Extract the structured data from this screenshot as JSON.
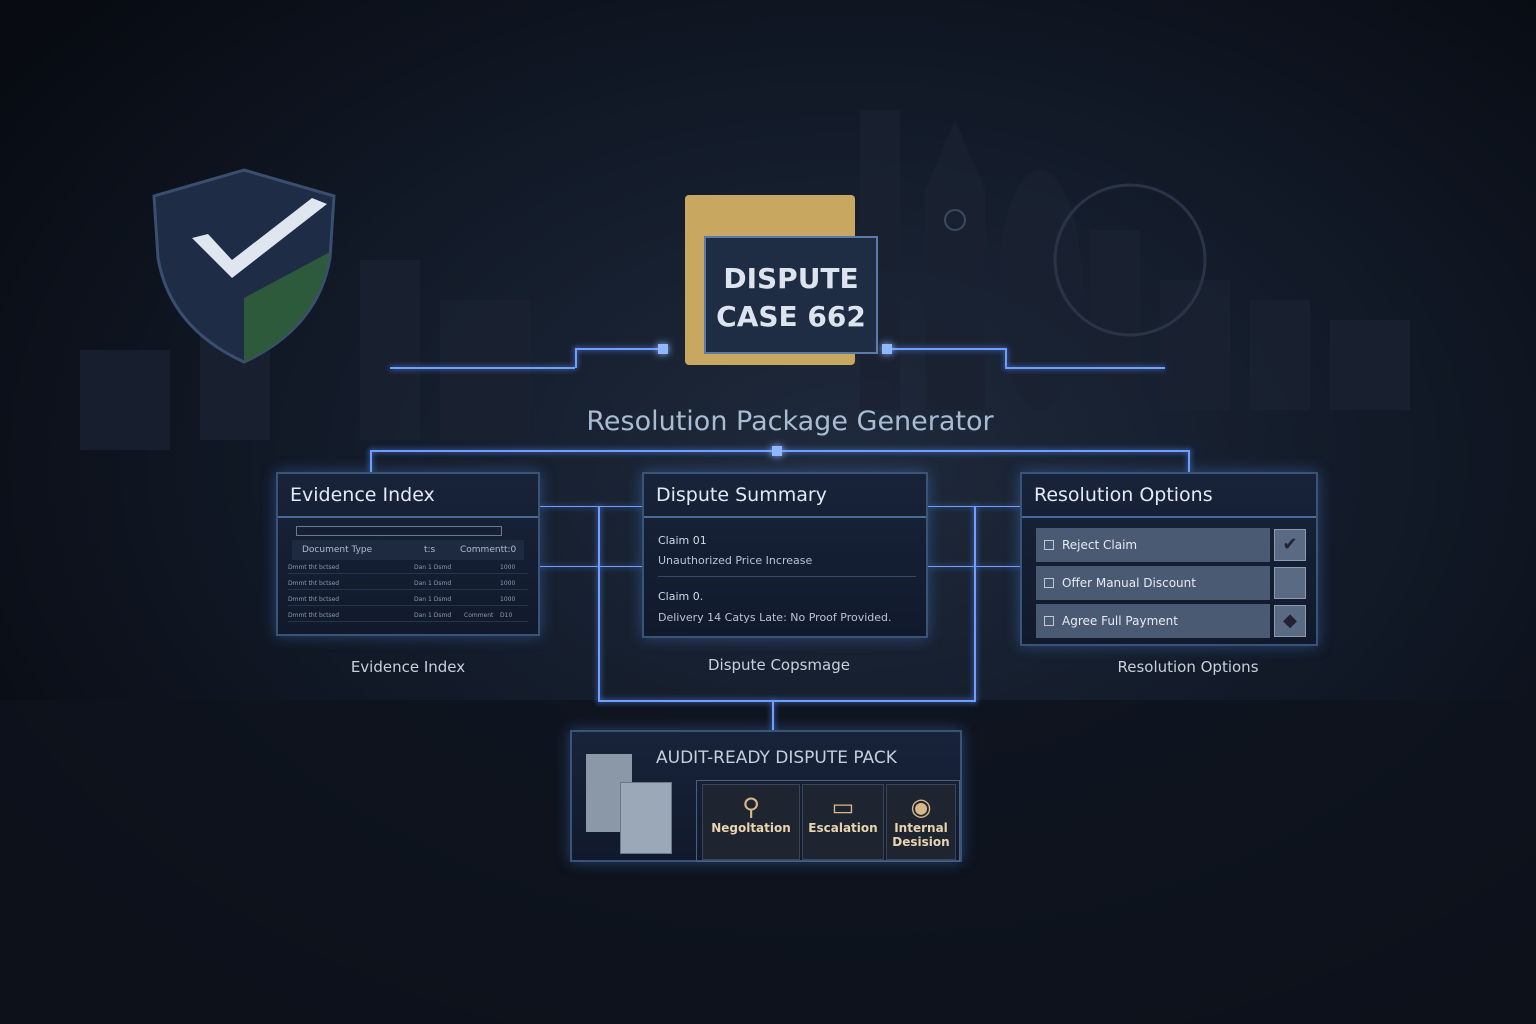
{
  "case_badge": {
    "line1": "DISPUTE",
    "line2": "CASE 662"
  },
  "main_title": "Resolution Package Generator",
  "evidence": {
    "title": "Evidence Index",
    "caption": "Evidence Index",
    "headers": [
      "Document Type",
      "t:s",
      "Comment",
      "t:0"
    ],
    "rows": [
      [
        "Dmmt tht bctsed",
        "Dan 1 Dsmd",
        "",
        "1000"
      ],
      [
        "Dmmt tht bctsed",
        "Dan 1 Dsmd",
        "",
        "1000"
      ],
      [
        "Dmmt tht bctsed",
        "Dan 1 Dsmd",
        "",
        "1000"
      ],
      [
        "Dmmt tht bctsed",
        "Dan 1 Dsmd",
        "Comment",
        "D10"
      ]
    ]
  },
  "summary": {
    "title": "Dispute Summary",
    "caption": "Dispute Copsmage",
    "claims": [
      {
        "label": "Claim 01",
        "text": "Unauthorized Price Increase"
      },
      {
        "label": "Claim 0.",
        "text": "Delivery 14 Catys Late: No Proof Provided."
      }
    ]
  },
  "resolution": {
    "title": "Resolution Options",
    "caption": "Resolution Options",
    "options": [
      {
        "label": "Reject Claim",
        "mark": "✔"
      },
      {
        "label": "Offer Manual Discount",
        "mark": ""
      },
      {
        "label": "Agree Full Payment",
        "mark": "◆"
      }
    ]
  },
  "pack": {
    "title": "AUDIT-READY DISPUTE PACK",
    "tiles": [
      {
        "label": "Negoltation",
        "icon": "magnifier-icon"
      },
      {
        "label": "Escalation",
        "icon": "folder-icon"
      },
      {
        "label": "Internal Desision",
        "icon": "globe-icon"
      }
    ]
  },
  "colors": {
    "accent": "#6fa0ff",
    "folder": "#c8a860",
    "shield_green": "#2e5a3c"
  }
}
